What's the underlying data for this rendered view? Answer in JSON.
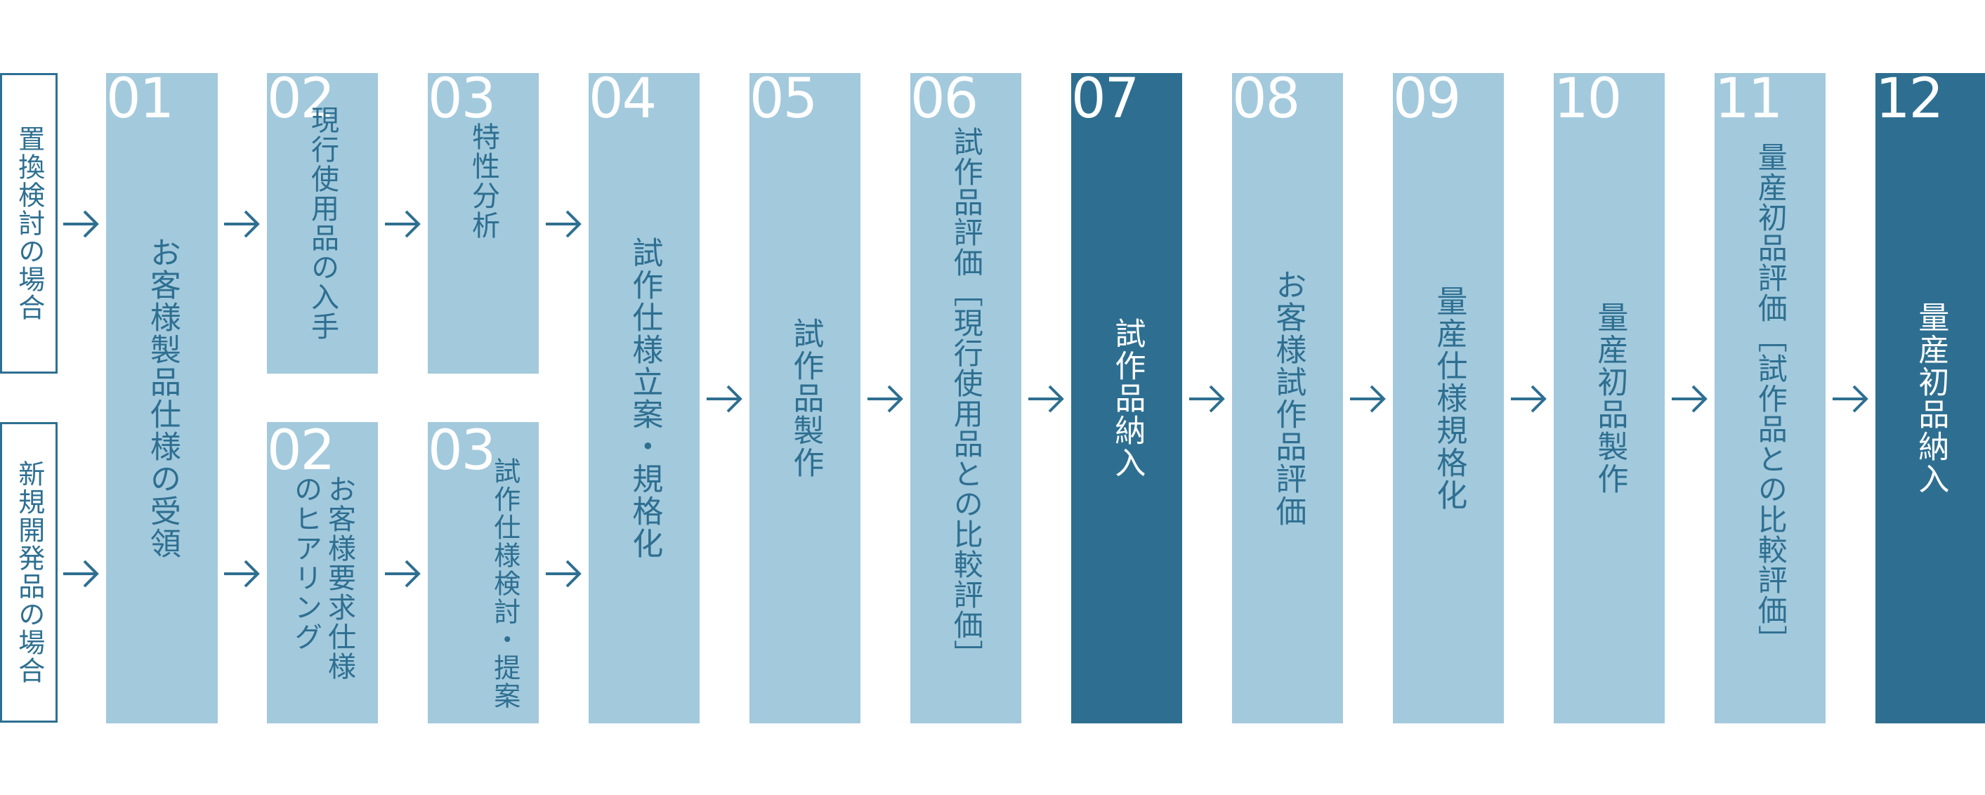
{
  "colors": {
    "light": "#a3c9dc",
    "dark": "#2e6f91",
    "accent": "#2e6f91",
    "background": "#ffffff"
  },
  "cases": {
    "replacement": "置換検討の場合",
    "new_development": "新規開発品の場合"
  },
  "steps": [
    {
      "num": "01",
      "label": "お客様製品仕様の受領",
      "style": "light"
    },
    {
      "num": "02",
      "label": "現行使用品の入手",
      "style": "light"
    },
    {
      "num": "02",
      "label": "お客様要求仕様のヒアリング",
      "style": "light"
    },
    {
      "num": "03",
      "label": "特性分析",
      "style": "light"
    },
    {
      "num": "03",
      "label": "試作仕様検討・提案",
      "style": "light"
    },
    {
      "num": "04",
      "label": "試作仕様立案・規格化",
      "style": "light"
    },
    {
      "num": "05",
      "label": "試作品製作",
      "style": "light"
    },
    {
      "num": "06",
      "label": "試作品評価［現行使用品との比較評価］",
      "style": "light"
    },
    {
      "num": "07",
      "label": "試作品納入",
      "style": "dark"
    },
    {
      "num": "08",
      "label": "お客様試作品評価",
      "style": "light"
    },
    {
      "num": "09",
      "label": "量産仕様規格化",
      "style": "light"
    },
    {
      "num": "10",
      "label": "量産初品製作",
      "style": "light"
    },
    {
      "num": "11",
      "label": "量産初品評価［試作品との比較評価］",
      "style": "light"
    },
    {
      "num": "12",
      "label": "量産初品納入",
      "style": "dark"
    }
  ]
}
